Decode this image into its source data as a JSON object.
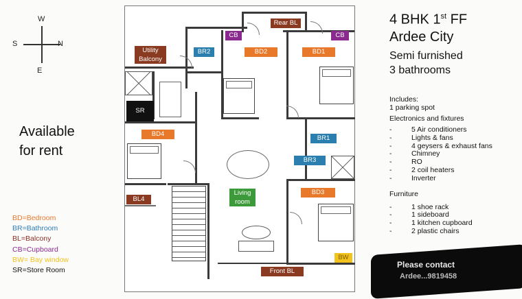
{
  "compass": {
    "north": "N",
    "south": "S",
    "east": "E",
    "west": "W"
  },
  "availability": {
    "line1": "Available",
    "line2": "for rent"
  },
  "legend": [
    {
      "text": "BD=Bedroom",
      "color": "#e8792b"
    },
    {
      "text": "BR=Bathroom",
      "color": "#2e7eb5"
    },
    {
      "text": "BL=Balcony",
      "color": "#8a2e22"
    },
    {
      "text": "CB=Cupboard",
      "color": "#8a2a8f"
    },
    {
      "text": "BW= Bay window",
      "color": "#f4c21c"
    },
    {
      "text": "SR=Store Room",
      "color": "#111111"
    }
  ],
  "rooms": {
    "rear_bl": {
      "label": "Rear BL",
      "color": "#8a3a20"
    },
    "cb_left": {
      "label": "CB",
      "color": "#8a2a8f"
    },
    "cb_right": {
      "label": "CB",
      "color": "#8a2a8f"
    },
    "br2": {
      "label": "BR2",
      "color": "#2a7fae"
    },
    "bd2": {
      "label": "BD2",
      "color": "#e8782a"
    },
    "bd1": {
      "label": "BD1",
      "color": "#e8782a"
    },
    "utility": {
      "label": "Utility Balcony",
      "color": "#8a3a20"
    },
    "sr": {
      "label": "SR",
      "color": "#111111"
    },
    "bd4": {
      "label": "BD4",
      "color": "#e8782a"
    },
    "br1": {
      "label": "BR1",
      "color": "#2a7fae"
    },
    "br3": {
      "label": "BR3",
      "color": "#2a7fae"
    },
    "bl4": {
      "label": "BL4",
      "color": "#8a3a20"
    },
    "living": {
      "label": "Living room",
      "color": "#3d9a3b"
    },
    "bd3": {
      "label": "BD3",
      "color": "#e8782a"
    },
    "front_bl": {
      "label": "Front BL",
      "color": "#8a3a20"
    },
    "bw": {
      "label": "BW",
      "color": "#f4c21c"
    }
  },
  "header": {
    "title": "4 BHK 1",
    "title_sup": "st",
    "title_suffix": " FF",
    "project": "Ardee City",
    "furnishing": "Semi furnished",
    "bathrooms": "3 bathrooms"
  },
  "includes": {
    "heading": "Includes:",
    "parking": "1 parking spot",
    "electronics_heading": "Electronics and fixtures",
    "electronics": [
      "5 Air conditioners",
      "Lights & fans",
      "4 geysers & exhaust fans",
      "Chimney",
      "RO",
      "2 coil heaters",
      "Inverter"
    ],
    "furniture_heading": "Furniture",
    "furniture": [
      "1 shoe rack",
      "1 sideboard",
      "1 kitchen cupboard",
      "2 plastic chairs"
    ],
    "bullet": "-"
  },
  "contact": {
    "line1": "Please contact",
    "line2": "Ardee...9819458"
  }
}
